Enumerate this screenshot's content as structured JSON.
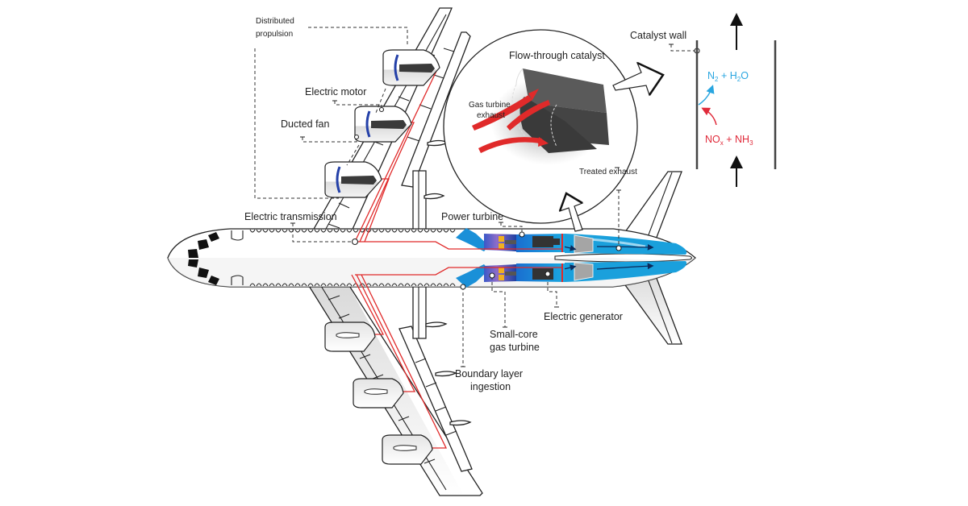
{
  "diagram": {
    "title": "Electric aircraft propulsion with flow-through catalyst",
    "colors": {
      "wire": "#e02a2a",
      "exhaust_blue": "#1aa0dc",
      "engine_blue": "#2440a8",
      "product_text": "#2aa6e0",
      "reactant_text": "#e02a3a",
      "catalyst_dark": "#4a4a4a",
      "outline": "#222222"
    },
    "labels": {
      "distributed_propulsion_1": "Distributed",
      "distributed_propulsion_2": "propulsion",
      "electric_motor": "Electric motor",
      "ducted_fan": "Ducted fan",
      "electric_transmission": "Electric transmission",
      "power_turbine": "Power turbine",
      "electric_generator": "Electric generator",
      "small_core_1": "Small-core",
      "small_core_2": "gas turbine",
      "boundary_layer_1": "Boundary layer",
      "boundary_layer_2": "ingestion",
      "flow_through_catalyst": "Flow-through catalyst",
      "gas_turbine_exhaust_1": "Gas turbine",
      "gas_turbine_exhaust_2": "exhaust",
      "treated_exhaust": "Treated exhaust",
      "catalyst_wall": "Catalyst wall"
    },
    "reaction": {
      "products_prefix": "N",
      "products_sub1": "2",
      "products_mid": " + H",
      "products_sub2": "2",
      "products_suffix": "O",
      "reactants_prefix": "NO",
      "reactants_sub1": "x",
      "reactants_mid": " + NH",
      "reactants_sub2": "3"
    }
  }
}
